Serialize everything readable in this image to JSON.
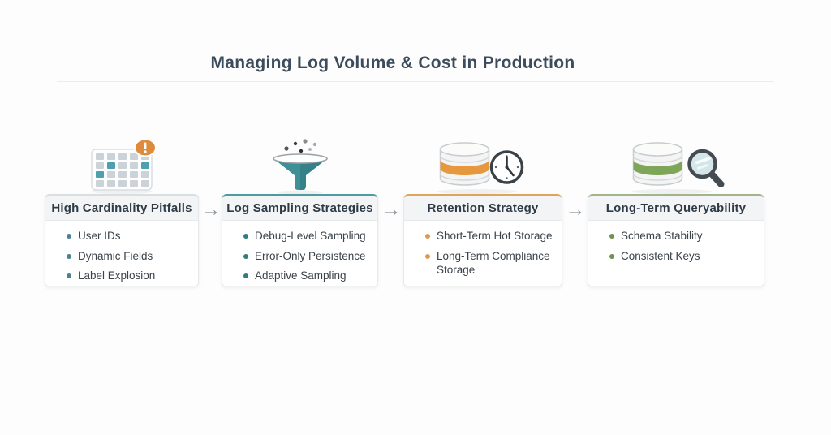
{
  "page": {
    "title": "Managing Log Volume & Cost in Production"
  },
  "colors": {
    "title_text": "#3c4c5c",
    "header_text": "#2e3b46",
    "body_text": "#3b434b",
    "card_header_bg": "#f2f4f5",
    "card_border": "#e6e9eb",
    "arrow_gray": "#8b939a",
    "accent_silver": "#d7dfe0",
    "accent_teal": "#4d9ba0",
    "accent_orange": "#dda45c",
    "accent_green": "#a3b48b",
    "warning_orange": "#dd8b3d",
    "funnel_teal": "#3f8f96",
    "db_band_orange": "#e6983e",
    "db_band_green": "#7fa558"
  },
  "flow": {
    "arrow_glyph": "→",
    "cards": [
      {
        "title": "High Cardinality Pitfalls",
        "icon": "calendar-grid-warning-icon",
        "items": [
          "User IDs",
          "Dynamic Fields",
          "Label Explosion"
        ]
      },
      {
        "title": "Log Sampling Strategies",
        "icon": "funnel-icon",
        "items": [
          "Debug-Level Sampling",
          "Error-Only Persistence",
          "Adaptive Sampling"
        ]
      },
      {
        "title": "Retention Strategy",
        "icon": "database-clock-icon",
        "items": [
          "Short-Term Hot Storage",
          "Long-Term Compliance Storage"
        ]
      },
      {
        "title": "Long-Term Queryability",
        "icon": "database-search-icon",
        "items": [
          "Schema Stability",
          "Consistent Keys"
        ]
      }
    ]
  }
}
